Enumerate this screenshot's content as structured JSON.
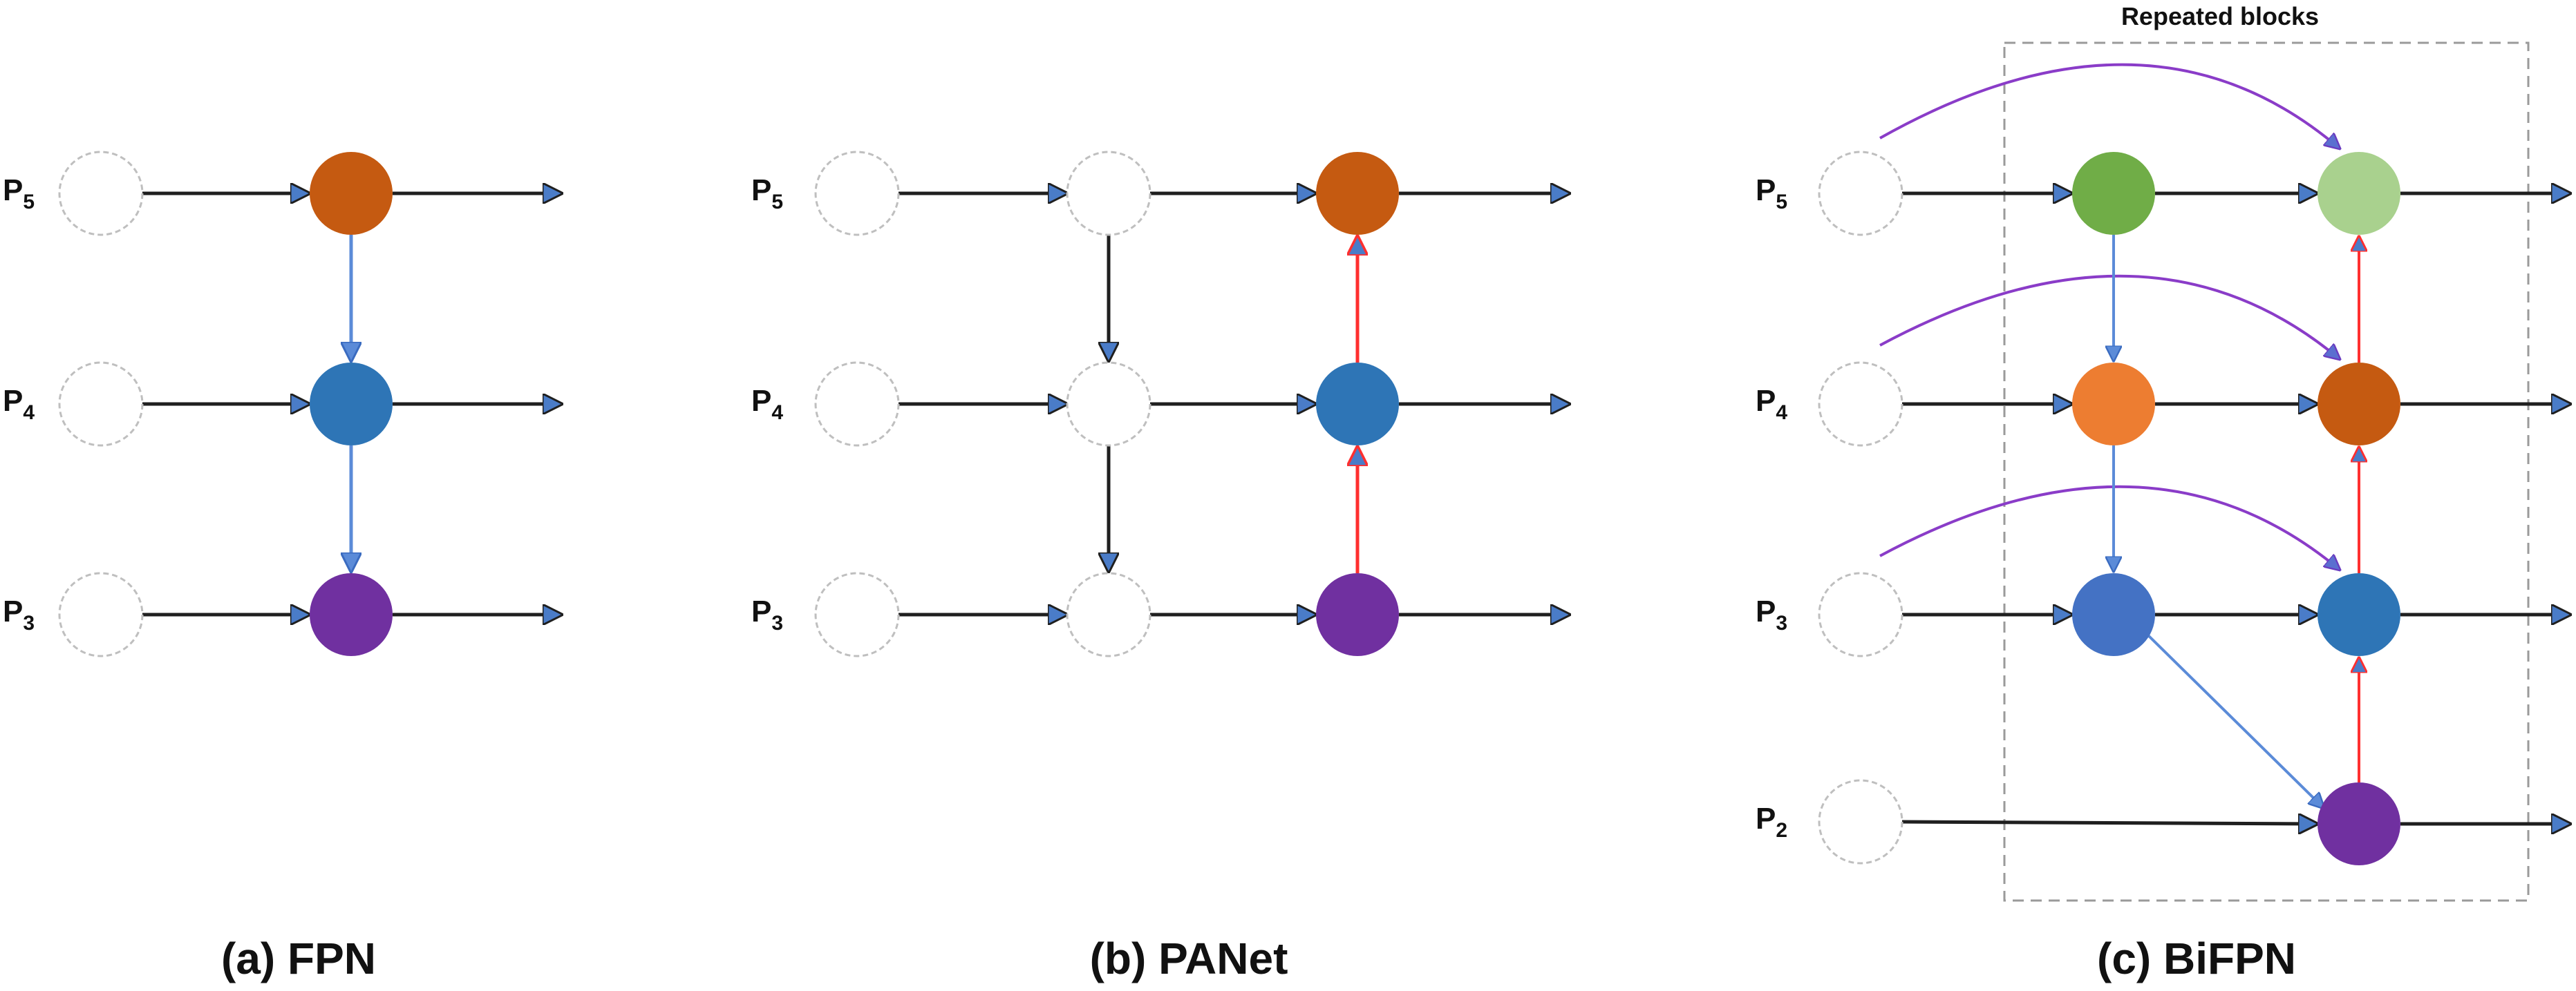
{
  "labels": {
    "p5": "P",
    "p5_sub": "5",
    "p4": "P",
    "p4_sub": "4",
    "p3": "P",
    "p3_sub": "3",
    "p2": "P",
    "p2_sub": "2"
  },
  "panels": {
    "fpn": {
      "caption": "(a) FPN"
    },
    "panet": {
      "caption": "(b) PANet"
    },
    "bifpn": {
      "caption": "(c) BiFPN",
      "box_label": "Repeated blocks"
    }
  },
  "colors": {
    "dark_orange": "#c55a11",
    "orange": "#ed7d31",
    "blue": "#2e75b6",
    "light_blue": "#4472c4",
    "purple": "#7030a0",
    "green": "#70ad47",
    "light_green": "#a9d18e",
    "arrow_black": "#1f1f1f",
    "arrow_blue": "#5b8bd8",
    "arrow_red": "#ff2f2f",
    "arrow_purple": "#8a3cc8",
    "arrowhead_fill": "#4a7cc8"
  }
}
